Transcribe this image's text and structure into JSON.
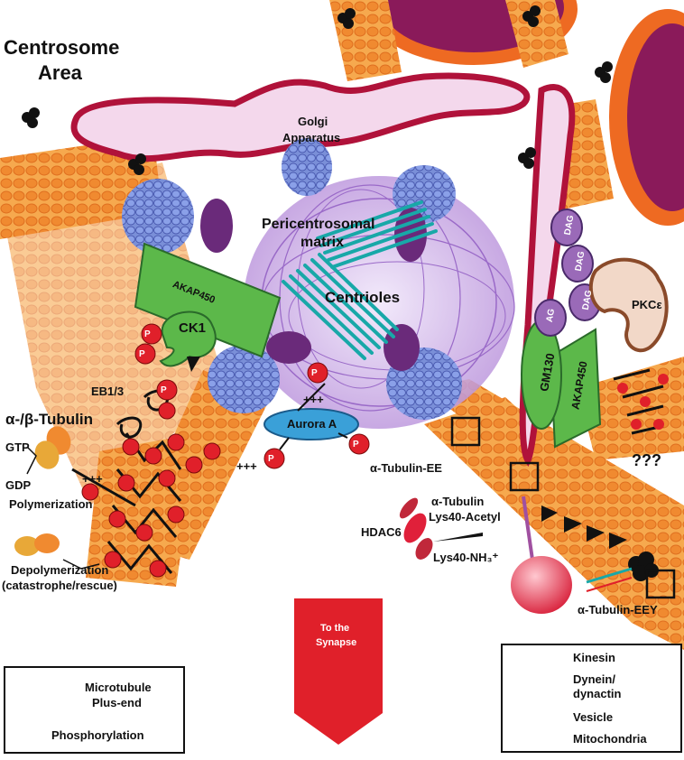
{
  "labels": {
    "centrosome_line1": "Centrosome",
    "centrosome_line2": "Area",
    "golgi_line1": "Golgi",
    "golgi_line2": "Apparatus",
    "pcm_line1": "Pericentrosomal",
    "pcm_line2": "matrix",
    "centrioles": "Centrioles",
    "akap450_left": "AKAP450",
    "akap450_right": "AKAP450",
    "ck1": "CK1",
    "eb13": "EB1/3",
    "alpha_beta_tubulin": "α-/β-Tubulin",
    "gtp": "GTP",
    "gdp": "GDP",
    "polymerization": "Polymerization",
    "depolymerization_line1": "Depolymerization",
    "depolymerization_line2": "(catastrophe/rescue)",
    "plus_a": "+++",
    "plus_b": "+++",
    "plus_c": "+++",
    "aurora_a": "Aurora A",
    "alpha_tubulin_ee": "α-Tubulin-EE",
    "alpha_tubulin": "α-Tubulin",
    "lys40_acetyl": "Lys40-Acetyl",
    "lys40_nh3": "Lys40-NH₃⁺",
    "hdac6": "HDAC6",
    "gm130": "GM130",
    "dag1": "DAG",
    "dag2": "DAG",
    "dag3": "DAG",
    "dag4": "AG",
    "pkce": "PKCε",
    "question": "???",
    "alpha_tubulin_eey": "α-Tubulin-EEY",
    "to_the_synapse_line1": "To the",
    "to_the_synapse_line2": "Synapse",
    "p": "P"
  },
  "legend_left": {
    "microtubule_line1": "Microtubule",
    "microtubule_line2": "Plus-end",
    "phosphorylation": "Phosphorylation"
  },
  "legend_right": {
    "kinesin": "Kinesin",
    "dynein_line1": "Dynein/",
    "dynein_line2": "dynactin",
    "vesicle": "Vesicle",
    "mitochondria": "Mitochondria"
  },
  "colors": {
    "microtubule": "#f3a24a",
    "microtubule_dark": "#e8822c",
    "golgi_outline": "#b0123a",
    "golgi_fill": "#f4d8ec",
    "pcm": "#b88ad8",
    "centriole": "#18a8a8",
    "akap": "#5cb84a",
    "phospho": "#e0202a",
    "aurora": "#3aa0d8",
    "mito": "#8a1a5a",
    "mito_outer": "#ee6a22",
    "synapse_arrow": "#e0202a",
    "dag": "#9a6ab8",
    "pkc": "#8a4a2a",
    "capture": "#6a8ad8"
  }
}
